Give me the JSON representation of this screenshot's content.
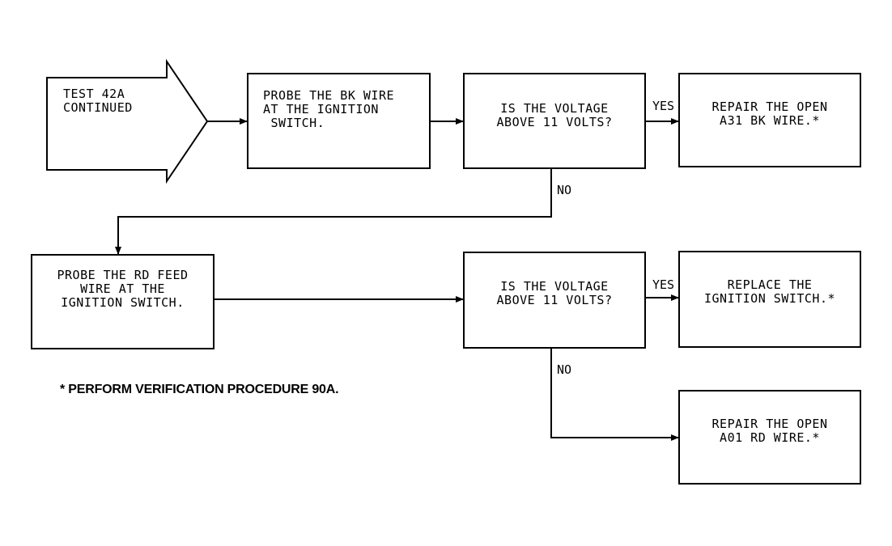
{
  "start": {
    "text": "TEST 42A\nCONTINUED"
  },
  "steps": {
    "probe_bk": "PROBE THE BK WIRE\nAT THE IGNITION\n SWITCH.",
    "question_1": "IS THE VOLTAGE\nABOVE 11 VOLTS?",
    "repair_a31": "REPAIR THE OPEN\nA31 BK WIRE.*",
    "probe_rd": "PROBE THE RD FEED\nWIRE AT THE\nIGNITION SWITCH.",
    "question_2": "IS THE VOLTAGE\nABOVE 11 VOLTS?",
    "replace_switch": "REPLACE THE\nIGNITION SWITCH.*",
    "repair_a01": "REPAIR THE OPEN\nA01 RD WIRE.*"
  },
  "labels": {
    "yes_1": "YES",
    "no_1": "NO",
    "yes_2": "YES",
    "no_2": "NO"
  },
  "footnote": "* PERFORM VERIFICATION PROCEDURE 90A."
}
